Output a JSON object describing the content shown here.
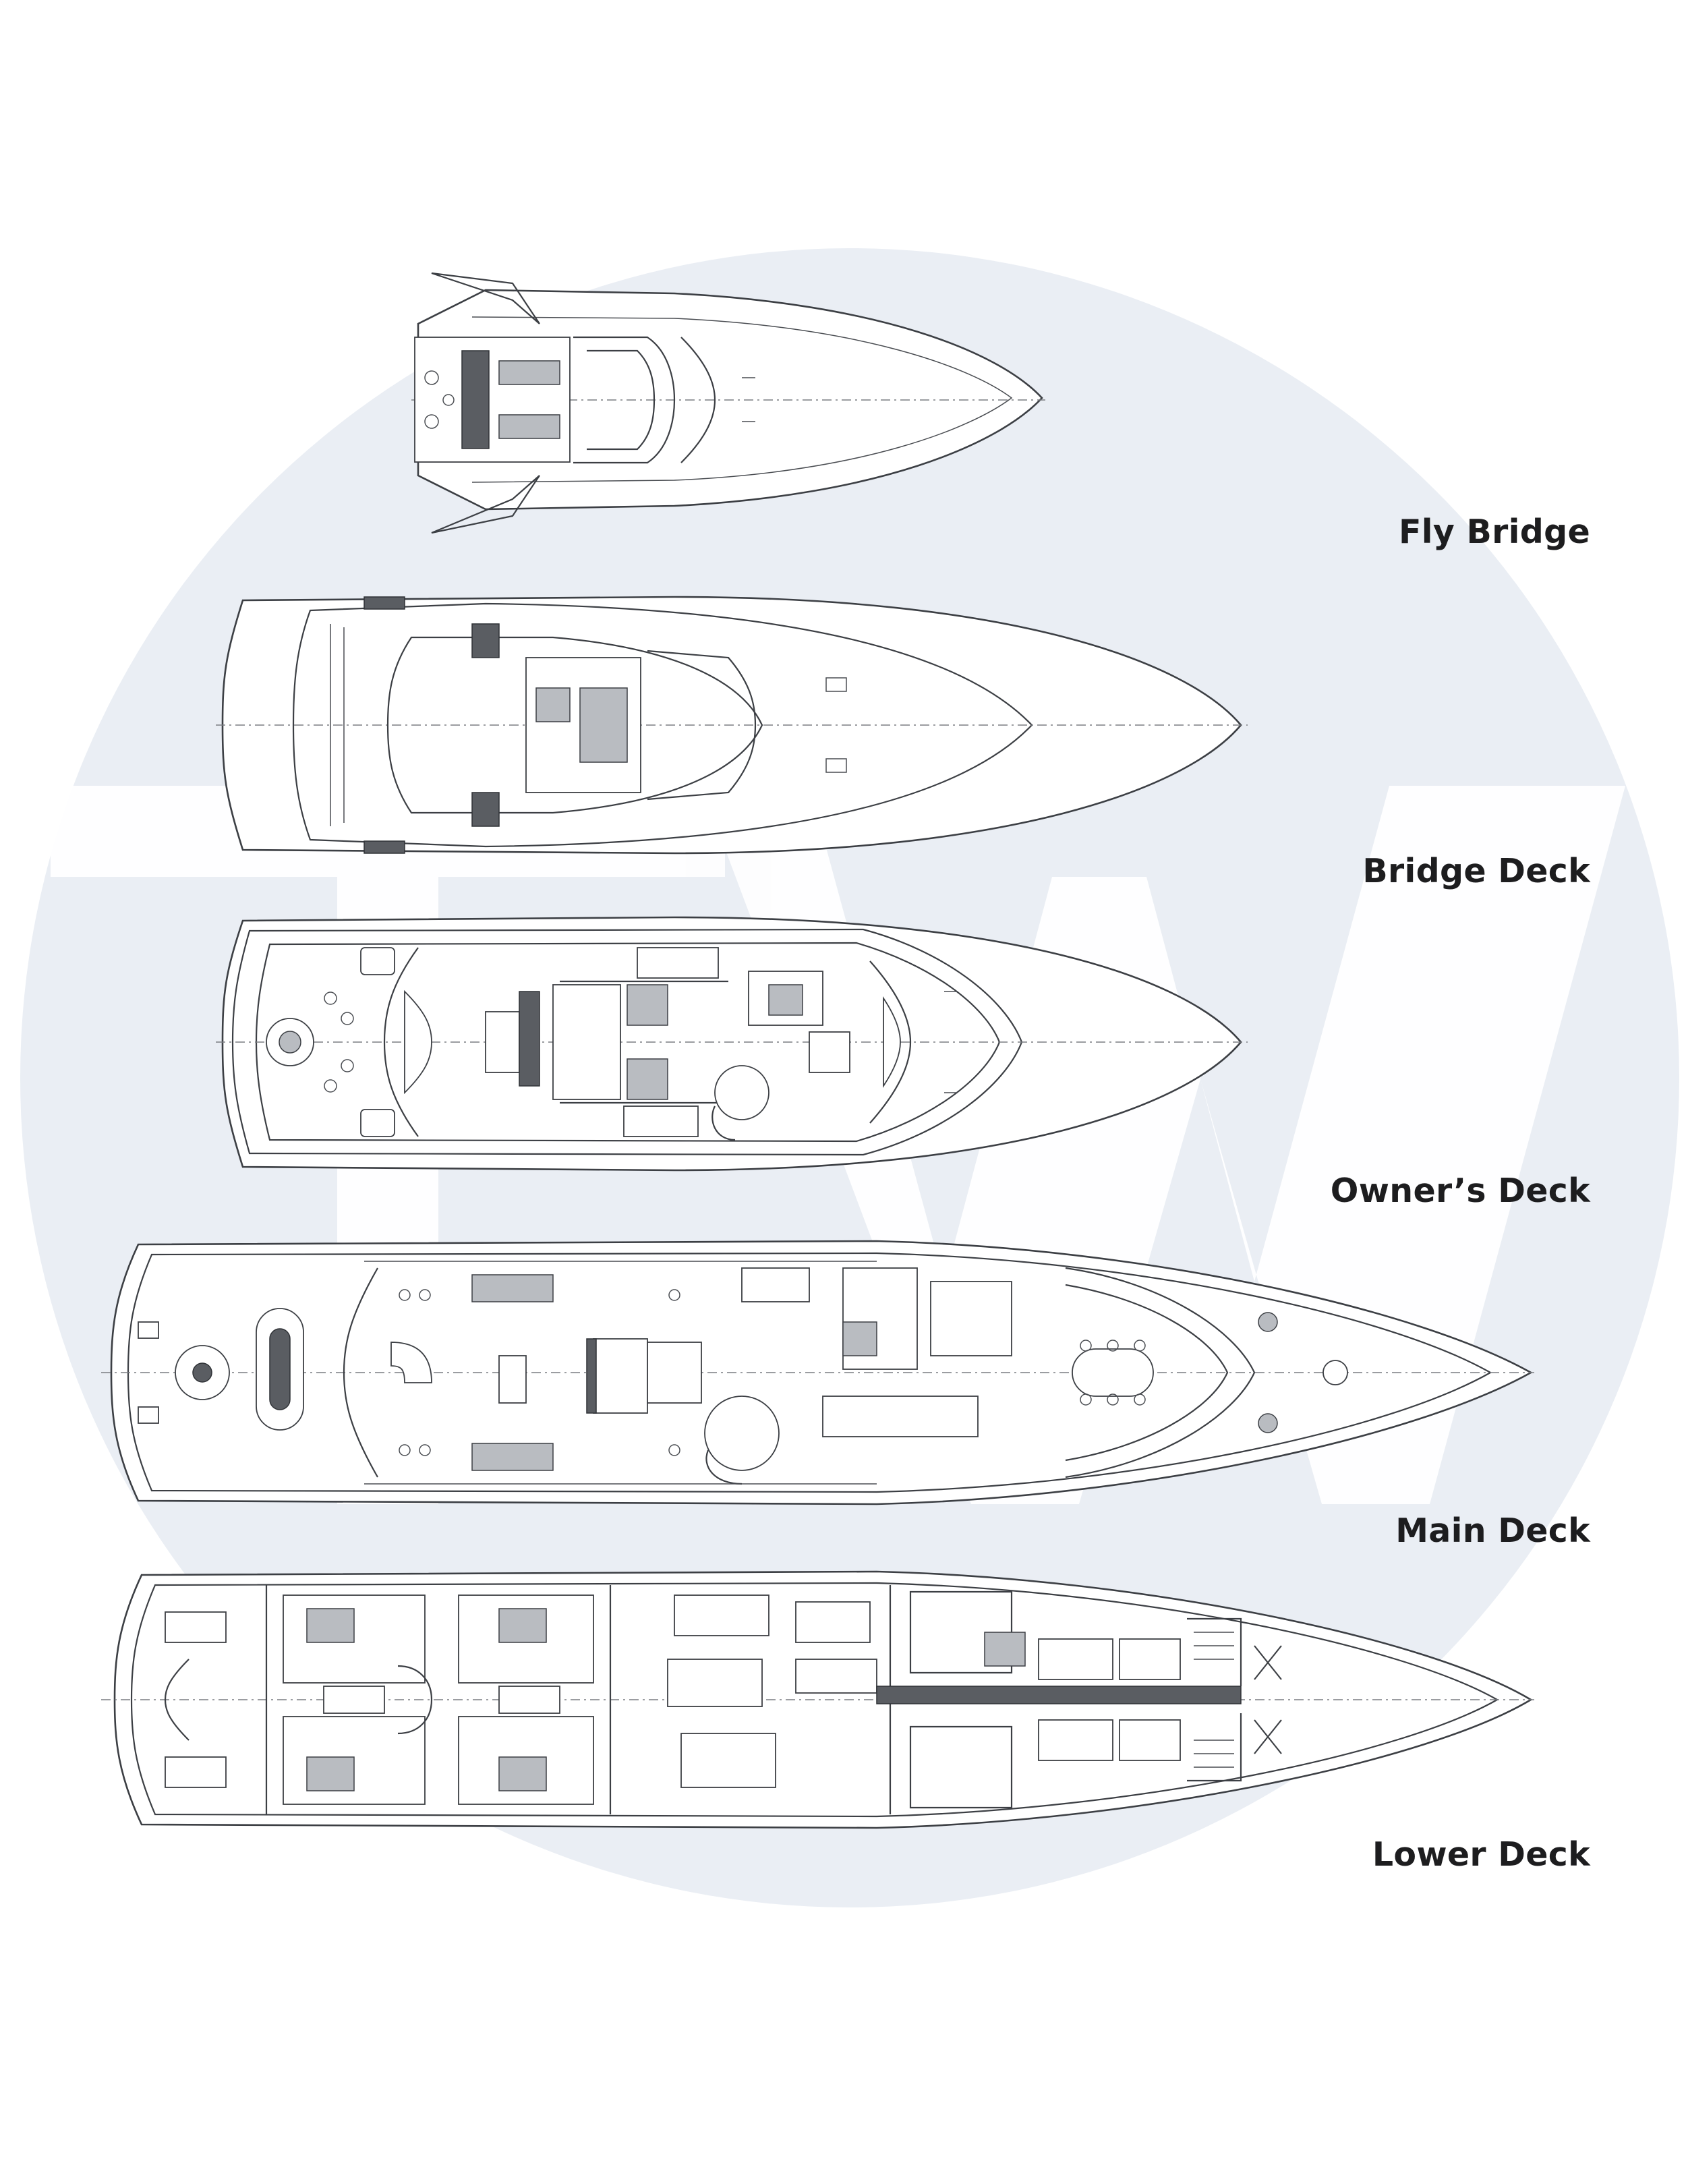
{
  "decks": [
    {
      "id": "fly-bridge",
      "label": "Fly Bridge"
    },
    {
      "id": "bridge-deck",
      "label": "Bridge Deck"
    },
    {
      "id": "owners-deck",
      "label": "Owner’s Deck"
    },
    {
      "id": "main-deck",
      "label": "Main Deck"
    },
    {
      "id": "lower-deck",
      "label": "Lower Deck"
    }
  ],
  "watermark": {
    "letters": "TW",
    "color": "#eaeef4",
    "letter_color": "#ffffff"
  },
  "colors": {
    "line": "#3c3f44",
    "label": "#1d1d1f",
    "background": "#ffffff"
  }
}
